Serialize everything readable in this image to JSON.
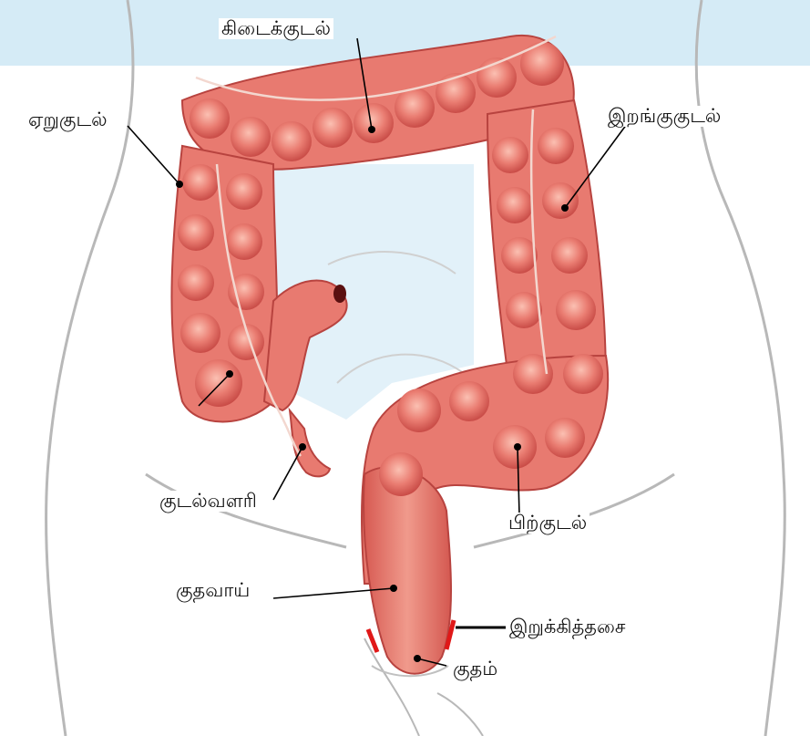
{
  "labels": {
    "transverse": "கிடைக்குடல்",
    "ascending": "ஏறுகுடல்",
    "descending": "இறங்குகுடல்",
    "appendix": "குடல்வளரி",
    "sigmoid": "பிற்குடல்",
    "rectum": "குதவாய்",
    "sphincter": "இறுக்கித்தசை",
    "anus": "குதம்"
  },
  "colors": {
    "sky": "#d5ebf6",
    "colon": "#e87a70",
    "colon_dark": "#c24a44",
    "sphincter": "#e01818",
    "outline": "#b8b8b8"
  }
}
